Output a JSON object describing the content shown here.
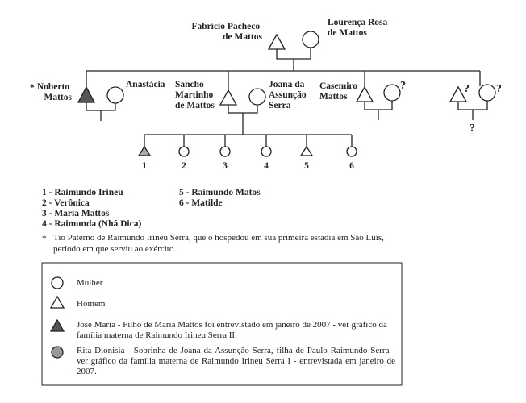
{
  "people": {
    "fabricio": "Fabrício Pacheco de Mattos",
    "lourenca": "Lourença Rosa de Mattos",
    "noberto": "Noberto Mattos",
    "anastacia": "Anastácia",
    "sancho": "Sancho Martinho de Mattos",
    "joana": "Joana da Assunção Serra",
    "casemiro": "Casemiro Mattos",
    "unknown": "?",
    "asterisk": "*"
  },
  "children_numbers": [
    "1",
    "2",
    "3",
    "4",
    "5",
    "6"
  ],
  "children_key": [
    "1 - Raimundo Irineu",
    "2 - Verônica",
    "3 - Maria Mattos",
    "4 - Raimunda (Nhá Dica)",
    "5 - Raimundo Matos",
    "6 - Matilde"
  ],
  "footnote": {
    "mark": "*",
    "text": "Tio Paterno de Raimundo Irineu Serra, que o hospedou em sua primeira estadia em São Luís, período em que serviu ao exército."
  },
  "legend": {
    "woman": "Mulher",
    "man": "Homem",
    "jose": "José Maria - Filho de Maria Mattos foi entrevistado em janeiro de 2007 -  ver gráfico da família materna de Raimundo Irineu Serra II.",
    "rita": "Rita Dionisia - Sobrinha de Joana da Assunção Serra, filha de Paulo Raimundo Serra - ver gráfico da família  materna de Raimundo Irineu Serra I - entrevistada em janeiro de 2007."
  },
  "colors": {
    "line": "#222222",
    "filled_triangle": "#555555",
    "filled_circle": "#999999",
    "child_triangle": "#aaaaaa"
  }
}
